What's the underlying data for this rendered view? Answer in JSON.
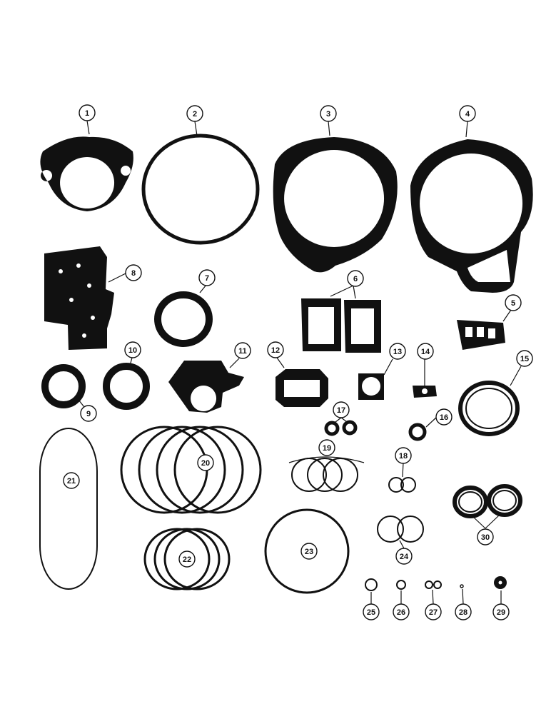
{
  "callouts": [
    {
      "id": "1",
      "label": "1"
    },
    {
      "id": "2",
      "label": "2"
    },
    {
      "id": "3",
      "label": "3"
    },
    {
      "id": "4",
      "label": "4"
    },
    {
      "id": "5",
      "label": "5"
    },
    {
      "id": "6",
      "label": "6"
    },
    {
      "id": "7",
      "label": "7"
    },
    {
      "id": "8",
      "label": "8"
    },
    {
      "id": "9",
      "label": "9"
    },
    {
      "id": "10",
      "label": "10"
    },
    {
      "id": "11",
      "label": "11"
    },
    {
      "id": "12",
      "label": "12"
    },
    {
      "id": "13",
      "label": "13"
    },
    {
      "id": "14",
      "label": "14"
    },
    {
      "id": "15",
      "label": "15"
    },
    {
      "id": "16",
      "label": "16"
    },
    {
      "id": "17",
      "label": "17"
    },
    {
      "id": "18",
      "label": "18"
    },
    {
      "id": "19",
      "label": "19"
    },
    {
      "id": "20",
      "label": "20"
    },
    {
      "id": "21",
      "label": "21"
    },
    {
      "id": "22",
      "label": "22"
    },
    {
      "id": "23",
      "label": "23"
    },
    {
      "id": "24",
      "label": "24"
    },
    {
      "id": "25",
      "label": "25"
    },
    {
      "id": "26",
      "label": "26"
    },
    {
      "id": "27",
      "label": "27"
    },
    {
      "id": "28",
      "label": "28"
    },
    {
      "id": "29",
      "label": "29"
    },
    {
      "id": "30",
      "label": "30"
    }
  ],
  "colors": {
    "ink": "#111111",
    "paper": "#ffffff"
  }
}
